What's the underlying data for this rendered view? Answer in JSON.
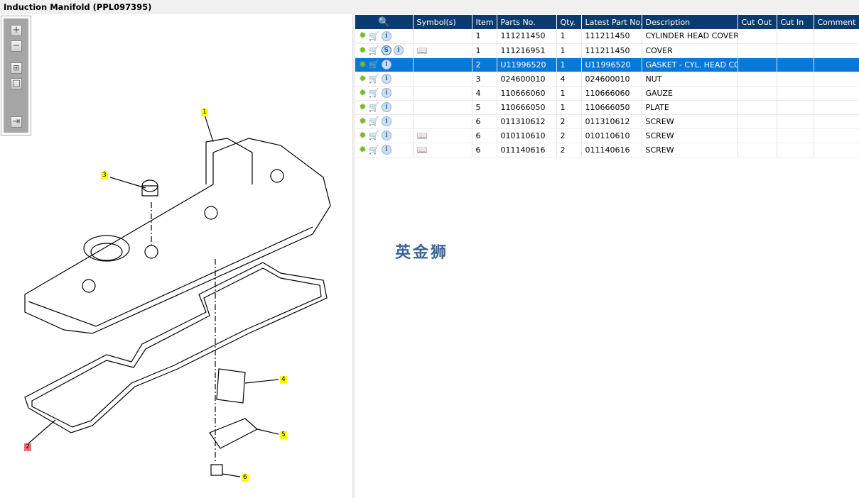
{
  "window": {
    "title": "Induction Manifold (PPL097395)"
  },
  "toolbar": {
    "zoom_in": "+",
    "zoom_out": "−",
    "fit": "⊞",
    "actual": "□",
    "export": "⇥"
  },
  "callouts": [
    "1",
    "2",
    "3",
    "4",
    "5",
    "6"
  ],
  "watermark": "英金狮",
  "table": {
    "headers": [
      "",
      "Symbol(s)",
      "Item",
      "Parts No.",
      "Qty.",
      "Latest Part No.",
      "Description",
      "Cut Out",
      "Cut In",
      "Comment"
    ],
    "rows": [
      {
        "s": false,
        "sym": false,
        "item": "1",
        "part": "111211450",
        "qty": "1",
        "latest": "111211450",
        "desc": "CYLINDER HEAD COVER",
        "sel": false
      },
      {
        "s": true,
        "sym": true,
        "item": "1",
        "part": "111216951",
        "qty": "1",
        "latest": "111211450",
        "desc": "COVER",
        "sel": false
      },
      {
        "s": false,
        "sym": false,
        "item": "2",
        "part": "U11996520",
        "qty": "1",
        "latest": "U11996520",
        "desc": "GASKET - CYL. HEAD COVER",
        "sel": true
      },
      {
        "s": false,
        "sym": false,
        "item": "3",
        "part": "024600010",
        "qty": "4",
        "latest": "024600010",
        "desc": "NUT",
        "sel": false
      },
      {
        "s": false,
        "sym": false,
        "item": "4",
        "part": "110666060",
        "qty": "1",
        "latest": "110666060",
        "desc": "GAUZE",
        "sel": false
      },
      {
        "s": false,
        "sym": false,
        "item": "5",
        "part": "110666050",
        "qty": "1",
        "latest": "110666050",
        "desc": "PLATE",
        "sel": false
      },
      {
        "s": false,
        "sym": false,
        "item": "6",
        "part": "011310612",
        "qty": "2",
        "latest": "011310612",
        "desc": "SCREW",
        "sel": false
      },
      {
        "s": false,
        "sym": true,
        "item": "6",
        "part": "010110610",
        "qty": "2",
        "latest": "010110610",
        "desc": "SCREW",
        "sel": false
      },
      {
        "s": false,
        "sym": true,
        "item": "6",
        "part": "011140616",
        "qty": "2",
        "latest": "011140616",
        "desc": "SCREW",
        "sel": false
      }
    ]
  }
}
